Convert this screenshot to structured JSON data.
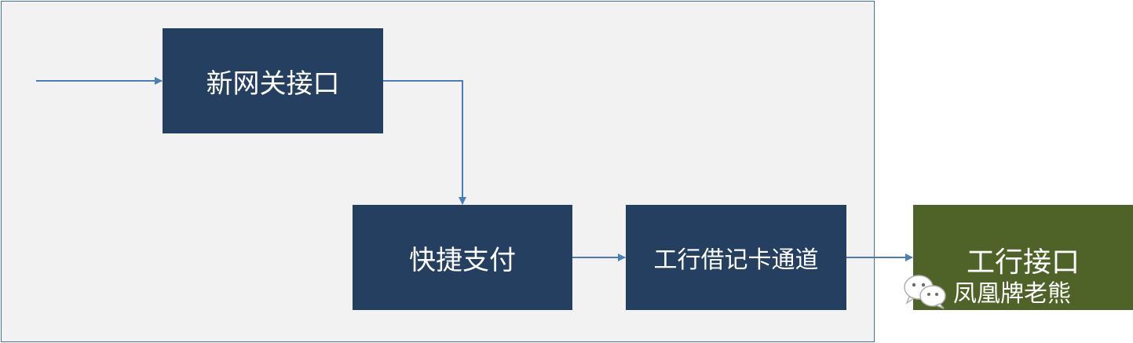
{
  "diagram": {
    "nodes": {
      "new_gateway": "新网关接口",
      "quick_pay": "快捷支付",
      "debit_channel": "工行借记卡通道",
      "icbc_interface": "工行接口"
    },
    "watermark": {
      "icon": "wechat-icon",
      "text": "凤凰牌老熊"
    },
    "edges": [
      {
        "from": "entry",
        "to": "new_gateway"
      },
      {
        "from": "new_gateway",
        "to": "quick_pay"
      },
      {
        "from": "quick_pay",
        "to": "debit_channel"
      },
      {
        "from": "debit_channel",
        "to": "icbc_interface"
      }
    ],
    "colors": {
      "container_bg": "#f2f2f2",
      "container_border": "#41719c",
      "node_navy": "#243f60",
      "node_olive": "#4f6228",
      "arrow": "#4a7ebb"
    }
  }
}
